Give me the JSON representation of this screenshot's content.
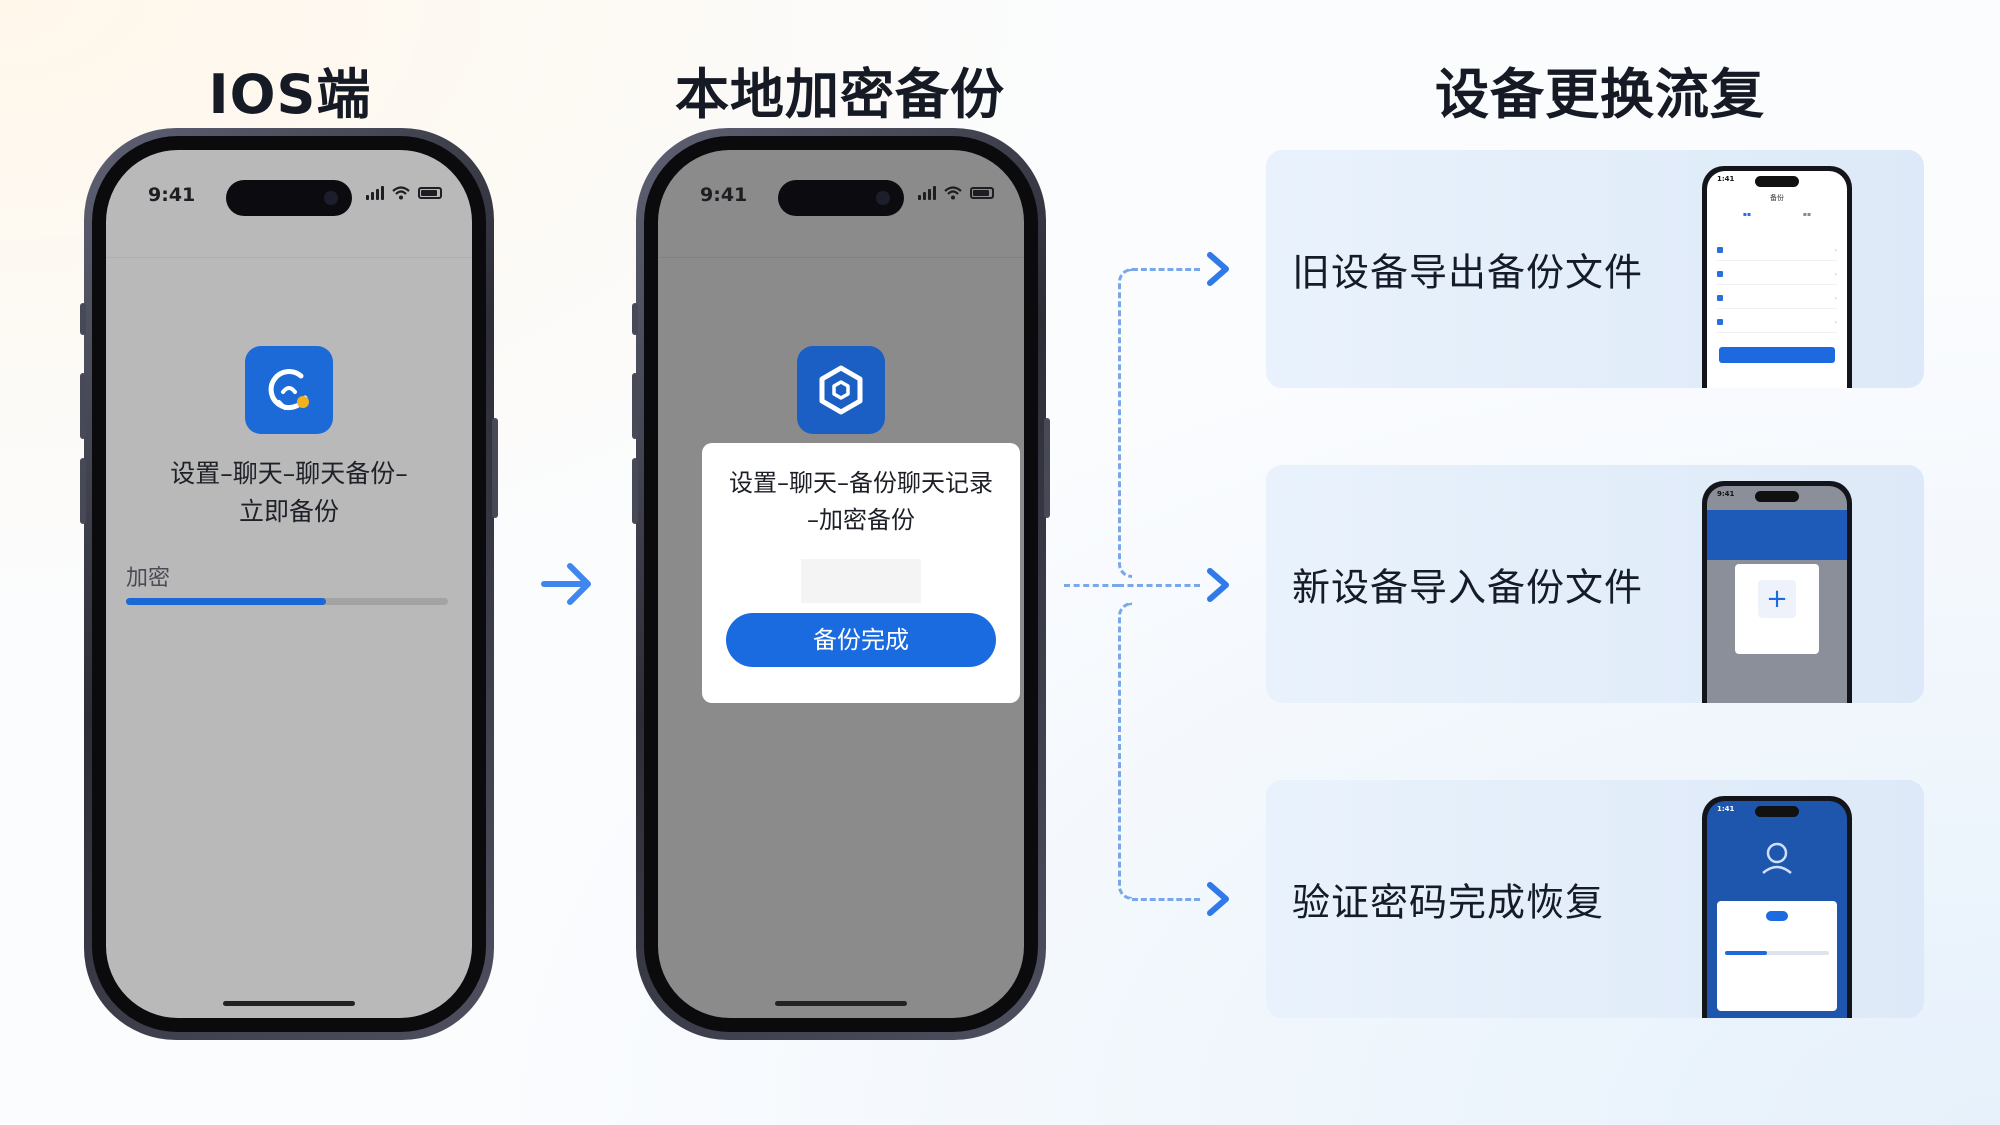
{
  "columns": {
    "ios": "IOS端",
    "local": "本地加密备份",
    "flow": "设备更换流复"
  },
  "phone1": {
    "time": "9:41",
    "caption_line1": "设置–聊天–聊天备份–",
    "caption_line2": "立即备份",
    "progress_label": "加密",
    "progress_fraction": 0.62,
    "icon": "chat-backup-icon"
  },
  "phone2": {
    "time": "9:41",
    "icon": "hexagon-shield-icon",
    "modal_line1": "设置–聊天–备份聊天记录",
    "modal_line2": "–加密备份",
    "done_button": "备份完成"
  },
  "flow_steps": [
    {
      "label": "旧设备导出备份文件",
      "mini_time": "1:41",
      "mini_title": "备份"
    },
    {
      "label": "新设备导入备份文件",
      "mini_time": "9:41"
    },
    {
      "label": "验证密码完成恢复",
      "mini_time": "1:41"
    }
  ],
  "colors": {
    "accent": "#1a6ae0",
    "arrow": "#3f86ee",
    "dashed_connector": "#79a8ea",
    "card_bg": "#e6f0fb"
  }
}
